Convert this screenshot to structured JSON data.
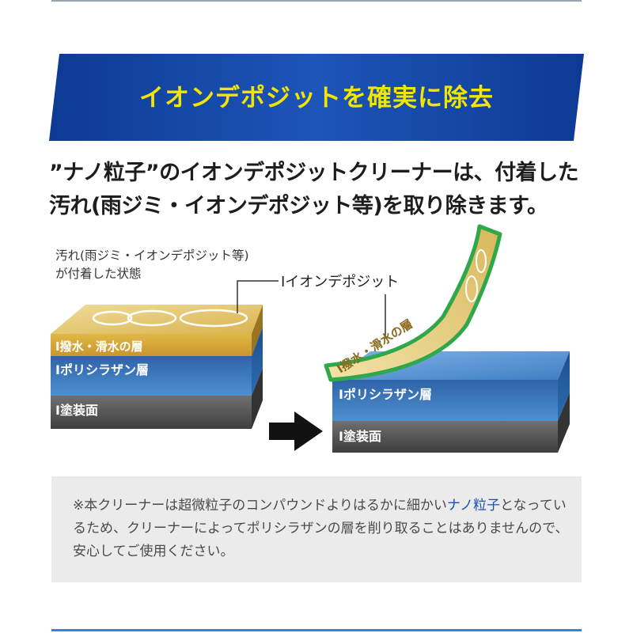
{
  "banner": {
    "title": "イオンデポジットを確実に除去"
  },
  "intro": {
    "line1": "”ナノ粒子”のイオンデポジットクリーナーは、付着した",
    "line2": "汚れ(雨ジミ・イオンデポジット等)を取り除きます。"
  },
  "caption": {
    "line1": "汚れ(雨ジミ・イオンデポジット等)",
    "line2": "が付着した状態"
  },
  "diagram": {
    "deposit_label": "Iイオンデポジット",
    "left_layers": {
      "water": "I撥水・滑水の層",
      "polysilazane": "Iポリシラザン層",
      "paint": "I塗装面"
    },
    "right_layers": {
      "water": "I撥水・滑水の層",
      "polysilazane": "Iポリシラザン層",
      "paint": "I塗装面"
    }
  },
  "note": {
    "text_before": "※本クリーナーは超微粒子のコンパウンドよりはるかに細かい",
    "highlight": "ナノ粒子",
    "text_after": "となっているため、クリーナーによってポリシラザンの層を削り取ることはありませんので、安心してご使用ください。"
  },
  "colors": {
    "banner_blue": "#1a4aa8",
    "banner_title": "#f2e600",
    "water_layer": "#c9a33a",
    "polysilazane_layer": "#2f6fb0",
    "paint_layer": "#5a5a5a",
    "film_outline": "#2fa84a",
    "highlight_text": "#1c4fb8"
  }
}
